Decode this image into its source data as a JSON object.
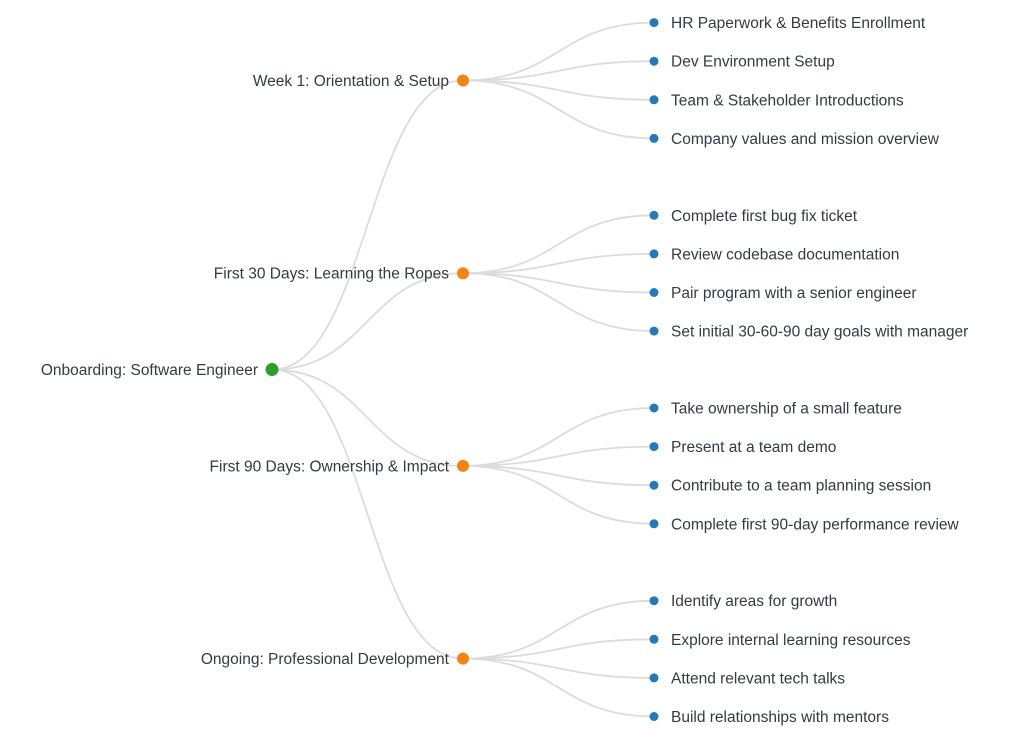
{
  "palette": {
    "root_dot_color": "#2b9e2b",
    "branch_dot_color": "#f8820f",
    "leaf_dot_color": "#2678b8",
    "link_color": "#dcdcdc",
    "text_color": "#333b44",
    "background": "#ffffff"
  },
  "mindmap": {
    "root": {
      "label": "Onboarding: Software Engineer"
    },
    "branches": [
      {
        "label": "Week 1: Orientation & Setup",
        "children": [
          "HR Paperwork & Benefits Enrollment",
          "Dev Environment Setup",
          "Team & Stakeholder Introductions",
          "Company values and mission overview"
        ]
      },
      {
        "label": "First 30 Days: Learning the Ropes",
        "children": [
          "Complete first bug fix ticket",
          "Review codebase documentation",
          "Pair program with a senior engineer",
          "Set initial 30-60-90 day goals with manager"
        ]
      },
      {
        "label": "First 90 Days: Ownership & Impact",
        "children": [
          "Take ownership of a small feature",
          "Present at a team demo",
          "Contribute to a team planning session",
          "Complete first 90-day performance review"
        ]
      },
      {
        "label": "Ongoing: Professional Development",
        "children": [
          "Identify areas for growth",
          "Explore internal learning resources",
          "Attend relevant tech talks",
          "Build relationships with mentors"
        ]
      }
    ]
  }
}
